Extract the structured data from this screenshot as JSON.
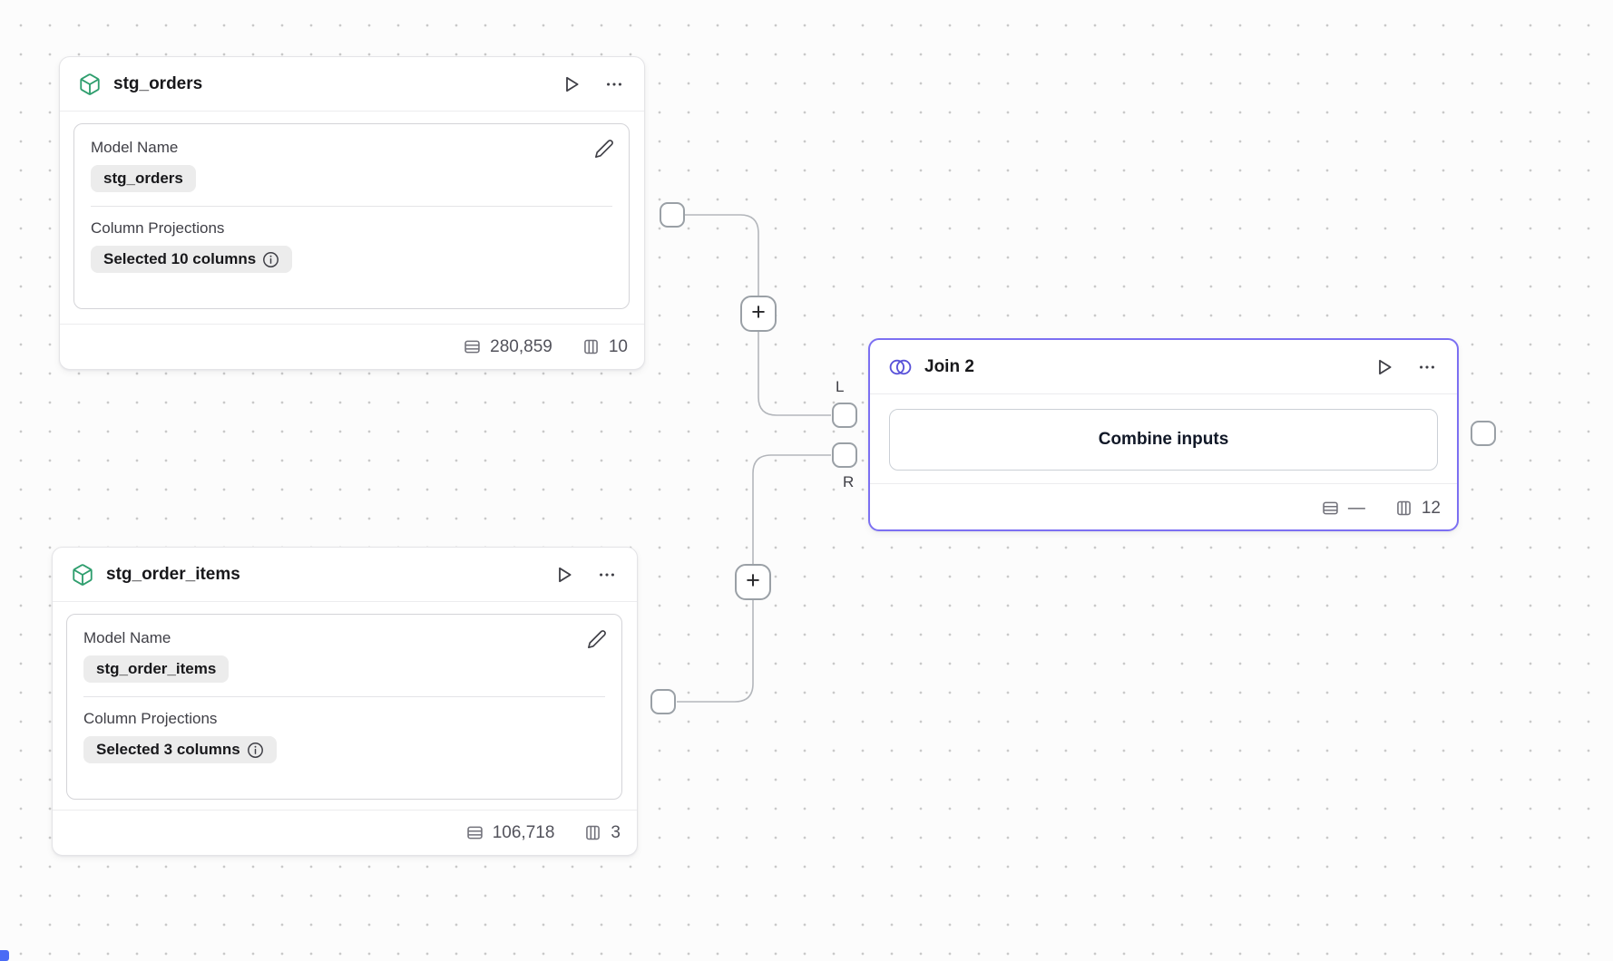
{
  "canvas": {
    "background_color": "#fcfcfc",
    "dot_color": "#c9c9c9"
  },
  "colors": {
    "model_icon_green": "#2f9e6e",
    "join_icon_indigo": "#5952d9",
    "join_border": "#7c70f2",
    "edge_gray": "#b3b6bb",
    "chip_background": "#ececec",
    "viewport_fragment_blue": "#4a6bf5"
  },
  "nodes": {
    "stg_orders": {
      "title": "stg_orders",
      "model_name_label": "Model Name",
      "model_name_value": "stg_orders",
      "column_projections_label": "Column Projections",
      "column_projections_value": "Selected 10 columns",
      "row_count": "280,859",
      "column_count": "10"
    },
    "stg_order_items": {
      "title": "stg_order_items",
      "model_name_label": "Model Name",
      "model_name_value": "stg_order_items",
      "column_projections_label": "Column Projections",
      "column_projections_value": "Selected 3 columns",
      "row_count": "106,718",
      "column_count": "3"
    },
    "join": {
      "title": "Join 2",
      "combine_button_label": "Combine inputs",
      "row_count": "—",
      "column_count": "12",
      "left_port_label": "L",
      "right_port_label": "R"
    }
  }
}
